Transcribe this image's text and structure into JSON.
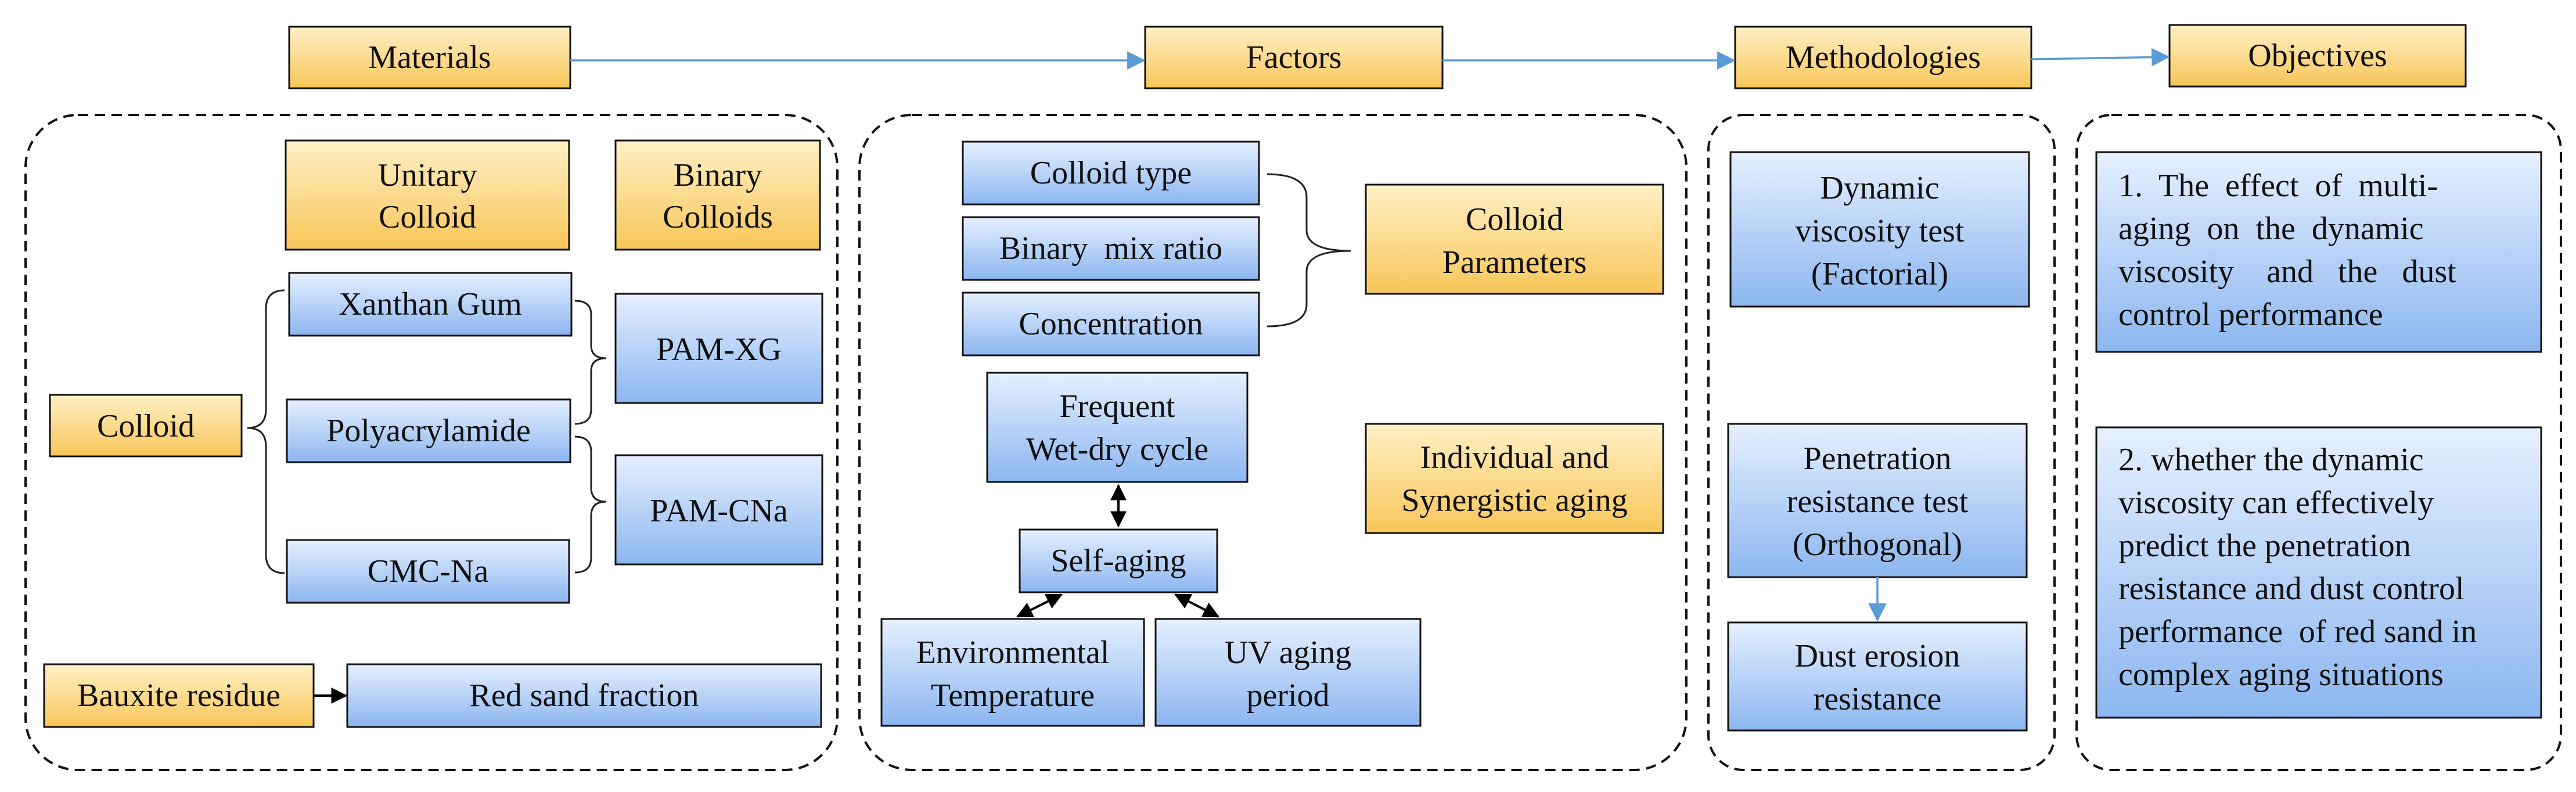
{
  "header": {
    "materials": "Materials",
    "factors": "Factors",
    "methodologies": "Methodologies",
    "objectives": "Objectives"
  },
  "materials": {
    "unitary_colloid": [
      "Unitary",
      "Colloid"
    ],
    "binary_colloids": [
      "Binary",
      "Colloids"
    ],
    "xanthan_gum": "Xanthan Gum",
    "polyacrylamide": "Polyacrylamide",
    "cmc_na": "CMC-Na",
    "colloid": "Colloid",
    "pam_xg": "PAM-XG",
    "pam_cna": "PAM-CNa",
    "bauxite_residue": "Bauxite residue",
    "red_sand_fraction": "Red sand fraction"
  },
  "factors": {
    "colloid_type": "Colloid type",
    "binary_mix_ratio": "Binary  mix ratio",
    "concentration": "Concentration",
    "colloid_parameters": [
      "Colloid",
      "Parameters"
    ],
    "wet_dry": [
      "Frequent",
      "Wet-dry cycle"
    ],
    "self_aging": "Self-aging",
    "individual_synergistic": [
      "Individual and",
      "Synergistic aging"
    ],
    "environmental_temperature": [
      "Environmental",
      "Temperature"
    ],
    "uv_aging": [
      "UV aging",
      "period"
    ]
  },
  "methodologies": {
    "dynamic_viscosity": [
      "Dynamic",
      "viscosity test",
      "(Factorial)"
    ],
    "penetration_resistance": [
      "Penetration",
      "resistance test",
      "(Orthogonal)"
    ],
    "dust_erosion": [
      "Dust erosion",
      "resistance"
    ]
  },
  "objectives": {
    "objective_1": [
      "1.  The  effect  of  multi-",
      "aging  on  the  dynamic",
      "viscosity    and   the   dust",
      "control performance"
    ],
    "objective_2": [
      "2. whether the dynamic",
      "viscosity can effectively",
      "predict the penetration",
      "resistance and dust control",
      "performance  of red sand in",
      "complex aging situations"
    ]
  },
  "colors": {
    "gold_top": "#fff0c6",
    "gold_bottom": "#f8c659",
    "blue_top": "#e6f0ff",
    "blue_bottom": "#8cb6f0",
    "flow_arrow": "#5b9bd5"
  }
}
